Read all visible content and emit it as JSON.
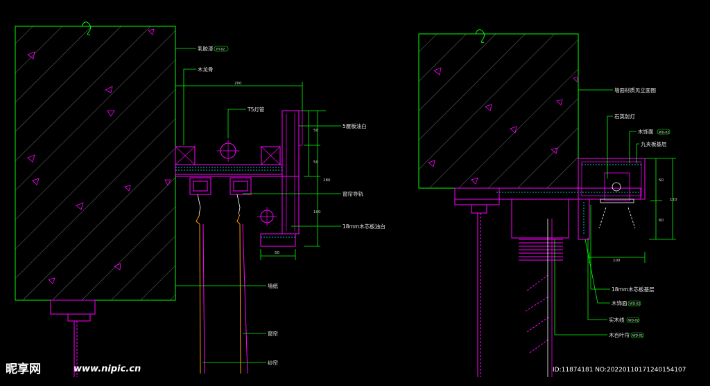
{
  "left_section": {
    "labels": {
      "latex_paint": "乳胶漆",
      "wood_keel": "木龙骨",
      "t5_lamp": "T5灯管",
      "ply5": "5厘板油白",
      "curtain_track": "窗帘导轨",
      "mdf18": "18mm木芯板油白",
      "wall": "墙纸",
      "curtain": "窗帘",
      "sheer": "纱帘"
    },
    "tags": {
      "latex_paint": "PT-02"
    },
    "dims": {
      "d200": "200",
      "d50a": "50",
      "d50b": "50",
      "d280": "280",
      "d100": "100",
      "d50c": "50"
    }
  },
  "right_section": {
    "labels": {
      "wall_elevation": "墙面材质见立面图",
      "gypsum_lamp": "石英射灯",
      "wood_trim_top": "木饰面",
      "ply9": "九夹板基层",
      "mdf18": "18mm木芯板基层",
      "wood_trim_bottom": "木饰面",
      "solid_wood": "实木线",
      "wood_blind": "木百叶帘"
    },
    "tags": {
      "wood_trim_top": "WD-02",
      "wood_trim_bottom": "WD-02",
      "solid_wood": "WD-02",
      "wood_blind": "WD-01"
    },
    "dims": {
      "d50": "50",
      "d110": "110",
      "d60": "60",
      "d100": "100"
    }
  },
  "watermark": {
    "logo": "昵享网",
    "url": "www.nipic.cn",
    "id_text": "ID:11874181 NO:20220110171240154107"
  },
  "colors": {
    "outline": "#00ff00",
    "hatch": "#cfcfcf",
    "wood": "#ff00ff",
    "dimension": "#cccccc",
    "accent": "#ff9900",
    "highlight": "#00ffff"
  }
}
